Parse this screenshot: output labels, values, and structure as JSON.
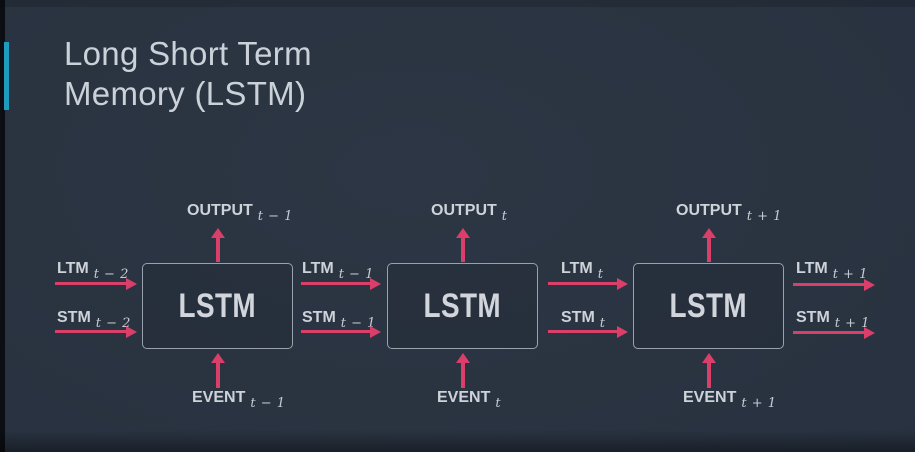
{
  "slide": {
    "title_line1": "Long Short Term",
    "title_line2": "Memory (LSTM)"
  },
  "colors": {
    "background": "#2a3441",
    "accent_teal": "#1e9cbf",
    "arrow_pink": "#da3f6a",
    "box_border": "#99a2ac",
    "text": "#ced3da"
  },
  "diagram": {
    "boxes": [
      {
        "label": "LSTM"
      },
      {
        "label": "LSTM"
      },
      {
        "label": "LSTM"
      }
    ],
    "outputs": [
      {
        "base": "OUTPUT",
        "sub": "t − 1"
      },
      {
        "base": "OUTPUT",
        "sub": "t"
      },
      {
        "base": "OUTPUT",
        "sub": "t + 1"
      }
    ],
    "events": [
      {
        "base": "EVENT",
        "sub": "t − 1"
      },
      {
        "base": "EVENT",
        "sub": "t"
      },
      {
        "base": "EVENT",
        "sub": "t + 1"
      }
    ],
    "ltm": [
      {
        "base": "LTM",
        "sub": "t − 2"
      },
      {
        "base": "LTM",
        "sub": "t − 1"
      },
      {
        "base": "LTM",
        "sub": "t"
      },
      {
        "base": "LTM",
        "sub": "t + 1"
      }
    ],
    "stm": [
      {
        "base": "STM",
        "sub": "t − 2"
      },
      {
        "base": "STM",
        "sub": "t − 1"
      },
      {
        "base": "STM",
        "sub": "t"
      },
      {
        "base": "STM",
        "sub": "t + 1"
      }
    ]
  }
}
